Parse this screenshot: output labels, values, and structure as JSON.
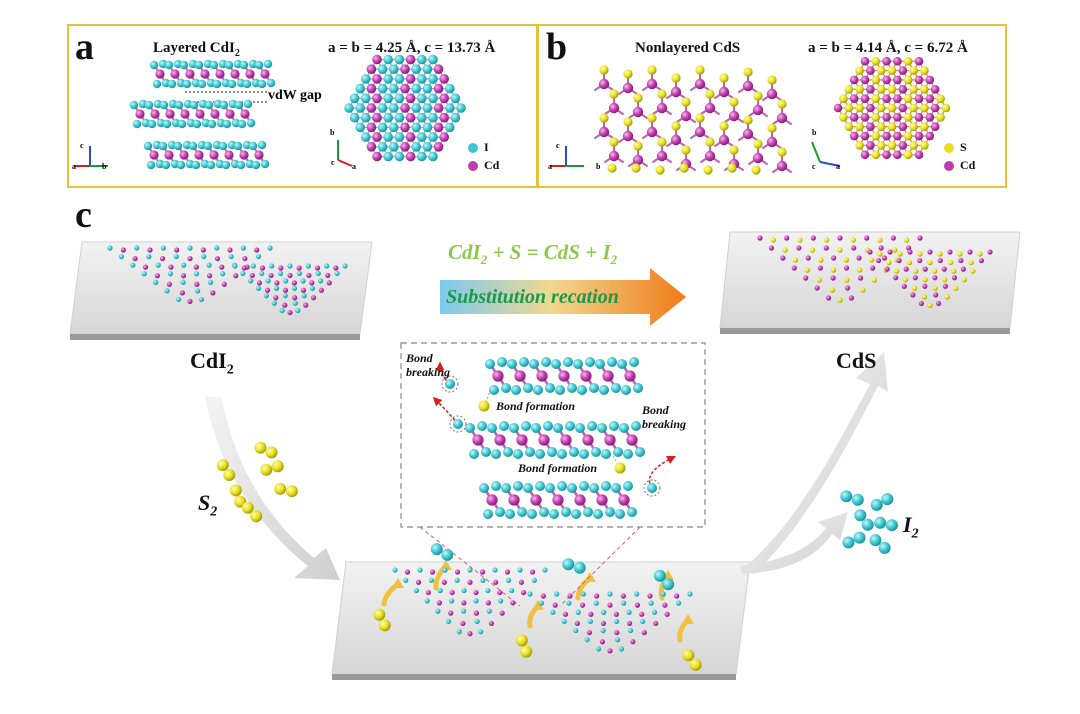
{
  "panel_a": {
    "label": "a",
    "title_main": "Layered CdI",
    "title_sub": "2",
    "lattice": "a = b = 4.25 Å, c = 13.73 Å",
    "vdw": "vdW gap",
    "legend": [
      {
        "symbol": "I",
        "color": "#3cc8d2"
      },
      {
        "symbol": "Cd",
        "color": "#c23cb0"
      }
    ],
    "axes_side": {
      "c": "c",
      "a": "a",
      "b": "b"
    },
    "axes_top": {
      "b": "b",
      "c": "c",
      "a": "a"
    }
  },
  "panel_b": {
    "label": "b",
    "title": "Nonlayered CdS",
    "lattice": "a = b = 4.14 Å, c = 6.72 Å",
    "legend": [
      {
        "symbol": "S",
        "color": "#e8e020"
      },
      {
        "symbol": "Cd",
        "color": "#c23cb0"
      }
    ],
    "axes_side": {
      "c": "c",
      "a": "a",
      "b": "b"
    },
    "axes_top": {
      "b": "b",
      "c": "c",
      "a": "a"
    }
  },
  "panel_c": {
    "label": "c",
    "reaction": {
      "lhs1": "CdI",
      "lhs1_sub": "2",
      "plus1": " + S = CdS + I",
      "rhs_sub": "2"
    },
    "arrow_text": "Substitution recation",
    "left_label_main": "CdI",
    "left_label_sub": "2",
    "right_label": "CdS",
    "s2_label_main": "S",
    "s2_label_sub": "2",
    "i2_label_main": "I",
    "i2_label_sub": "2",
    "notes": {
      "bond_breaking_1": [
        "Bond",
        "breaking"
      ],
      "bond_formation_1": "Bond formation",
      "bond_breaking_2": [
        "Bond",
        "breaking"
      ],
      "bond_formation_2": "Bond formation"
    }
  },
  "colors": {
    "iodine": "#3cc8d2",
    "cadmium": "#c23cb0",
    "sulfur": "#e8e020",
    "frame": "#e6c23a",
    "reaction_text": "#8cc84a",
    "arrow_text": "#1a9a4a"
  }
}
